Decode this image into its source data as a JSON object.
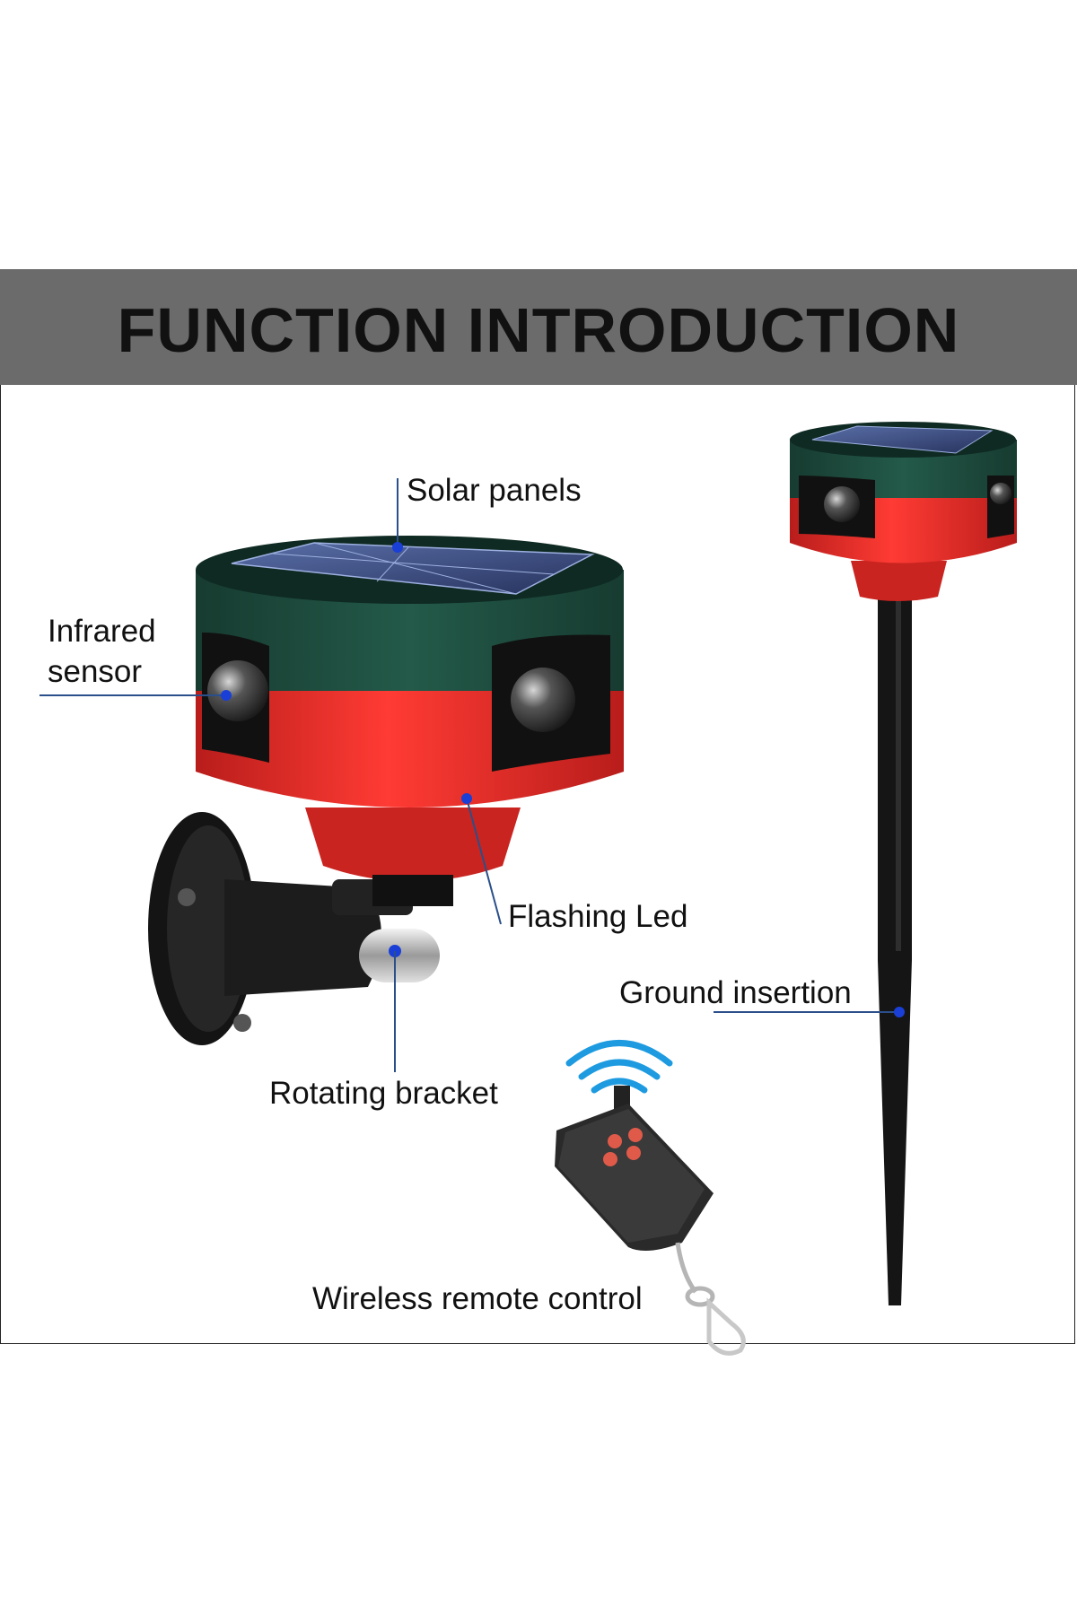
{
  "header": {
    "title": "FUNCTION INTRODUCTION"
  },
  "labels": {
    "solar_panels": "Solar panels",
    "infrared_sensor_line1": "Infrared",
    "infrared_sensor_line2": "sensor",
    "flashing_led": "Flashing Led",
    "rotating_bracket": "Rotating bracket",
    "ground_insertion": "Ground insertion",
    "wireless_remote_control": "Wireless remote control"
  },
  "colors": {
    "header_bg": "#6b6b6b",
    "device_green": "#1f4a3c",
    "device_red": "#e0302c",
    "callout_dot": "#1a3fd6",
    "callout_line": "#2a4f8a"
  },
  "icons": [
    "solar-panel-icon",
    "infrared-sensor-icon",
    "wifi-signal-icon",
    "remote-control-icon",
    "ground-stake-icon",
    "wall-bracket-icon"
  ]
}
